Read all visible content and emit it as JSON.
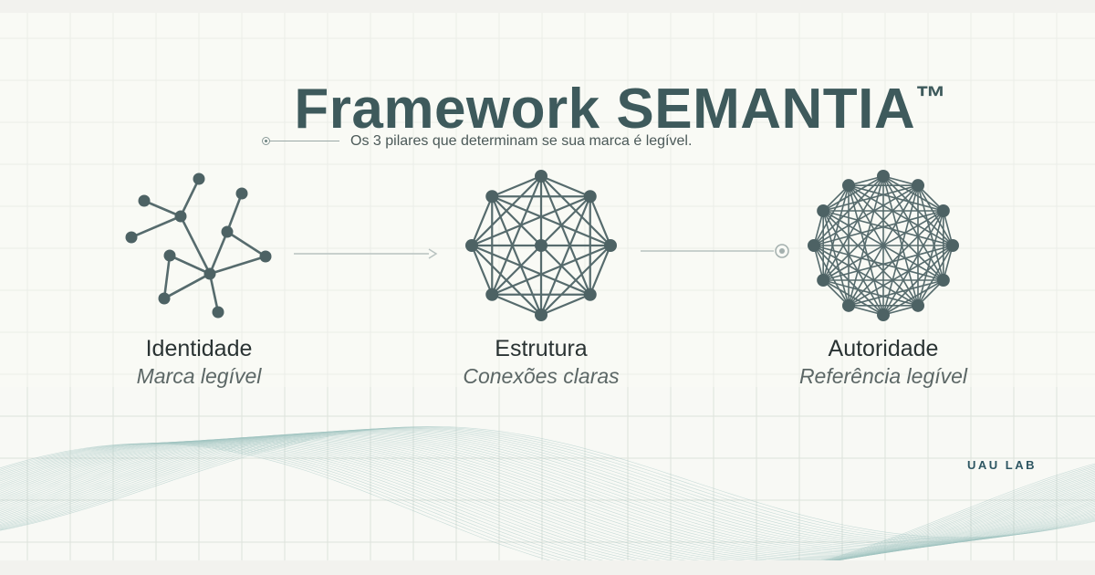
{
  "header": {
    "title": "Framework SEMANTIA",
    "title_mark": "™",
    "subtitle": "Os 3 pilares que determinam se sua marca é legível."
  },
  "pillars": [
    {
      "label": "Identidade",
      "sub": "Marca legível",
      "network": "scattered-graph"
    },
    {
      "label": "Estrutura",
      "sub": "Conexões claras",
      "network": "octagon-hub-graph"
    },
    {
      "label": "Autoridade",
      "sub": "Referência legível",
      "network": "complete-graph"
    }
  ],
  "connectors": [
    {
      "from": "Identidade",
      "to": "Estrutura",
      "end": "arrow"
    },
    {
      "from": "Estrutura",
      "to": "Autoridade",
      "end": "circle"
    }
  ],
  "brand": {
    "name": "UAU LAB"
  },
  "colors": {
    "title": "#3e5a5c",
    "node": "#4d6264",
    "edge": "#566b6d",
    "wave": "#9fc3c0",
    "grid": "#dde2dc",
    "brand": "#2e5662"
  },
  "icons": {
    "subtitle_marker": "ring-dot-icon",
    "end_marker": "ring-dot-icon",
    "arrow": "arrow-right-icon"
  }
}
